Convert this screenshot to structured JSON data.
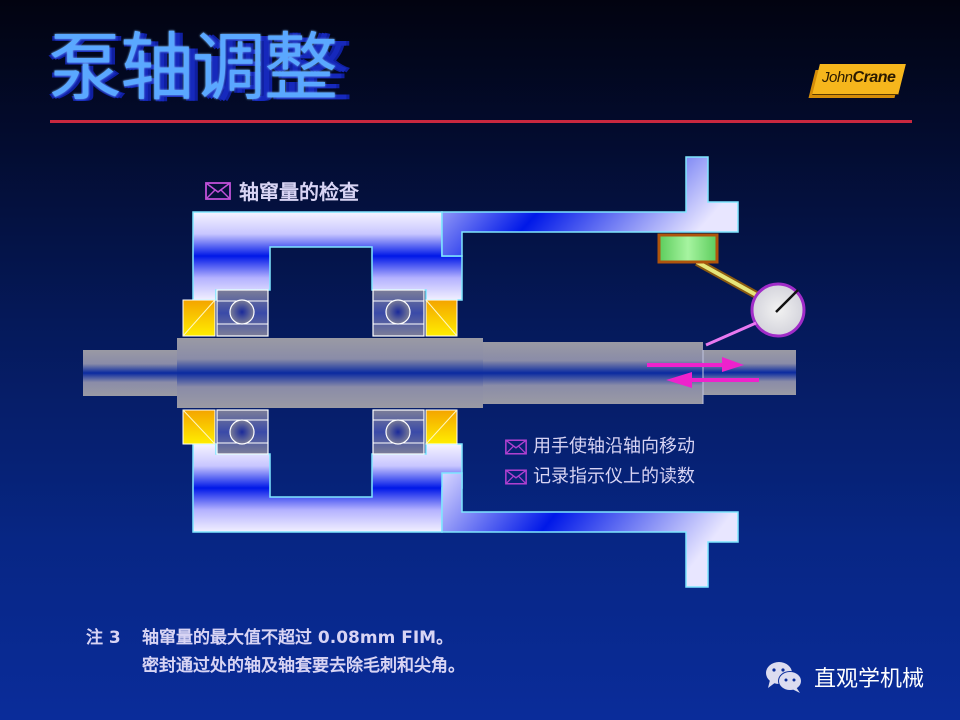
{
  "slide": {
    "title": "泵轴调整",
    "logo": {
      "word1": "John",
      "word2": "Crane"
    },
    "section_heading": "轴窜量的检查",
    "steps": [
      "用手使轴沿轴向移动",
      "记录指示仪上的读数"
    ],
    "note": {
      "label": "注 3",
      "lines": [
        "轴窜量的最大值不超过 0.08mm FIM。",
        "密封通过处的轴及轴套要去除毛刺和尖角。"
      ]
    },
    "watermark": {
      "icon": "wechat-icon",
      "text": "直观学机械"
    }
  },
  "diagram": {
    "components": [
      "pump-housing",
      "shaft",
      "bearing-top-left",
      "bearing-top-right",
      "bearing-bottom-left",
      "bearing-bottom-right",
      "dial-indicator",
      "magnetic-base",
      "axial-movement-arrows"
    ],
    "colors": {
      "housing_highlight": "#f4f2ff",
      "housing_core": "#0018e8",
      "shaft_gray": "#9a9aa4",
      "shaft_core": "#0a2aa0",
      "spacer_yellow": "#ffe800",
      "spacer_orange": "#f4a400",
      "indicator_base": "#86e886",
      "indicator_border": "#b0540c",
      "dial_border": "#a02cc8",
      "arrow_magenta": "#ee22cc",
      "accent_red_rule": "#c8283f"
    }
  }
}
